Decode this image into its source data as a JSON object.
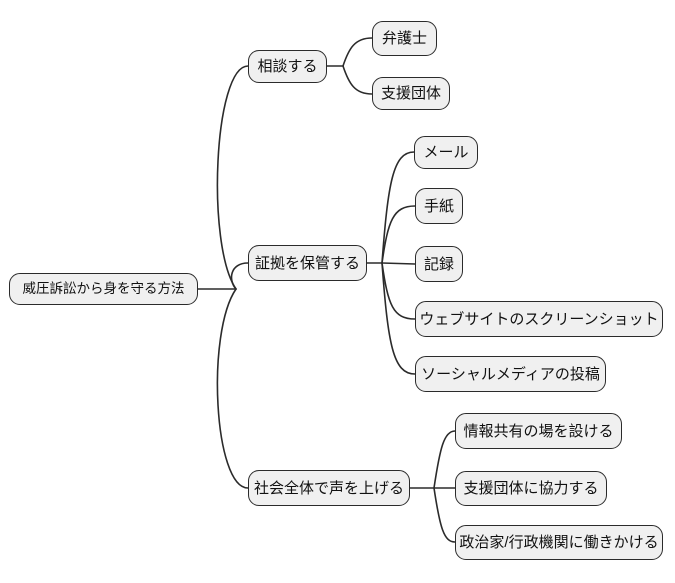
{
  "diagram": {
    "type": "mindmap",
    "background_color": "#ffffff",
    "node_fill_color": "#f0f0f0",
    "node_border_color": "#2b2b2b",
    "edge_color": "#2b2b2b",
    "text_color": "#111111",
    "root": {
      "label": "威圧訴訟から身を守る方法"
    },
    "branches": [
      {
        "label": "相談する",
        "children": [
          {
            "label": "弁護士"
          },
          {
            "label": "支援団体"
          }
        ]
      },
      {
        "label": "証拠を保管する",
        "children": [
          {
            "label": "メール"
          },
          {
            "label": "手紙"
          },
          {
            "label": "記録"
          },
          {
            "label": "ウェブサイトのスクリーンショット"
          },
          {
            "label": "ソーシャルメディアの投稿"
          }
        ]
      },
      {
        "label": "社会全体で声を上げる",
        "children": [
          {
            "label": "情報共有の場を設ける"
          },
          {
            "label": "支援団体に協力する"
          },
          {
            "label": "政治家/行政機関に働きかける"
          }
        ]
      }
    ]
  }
}
